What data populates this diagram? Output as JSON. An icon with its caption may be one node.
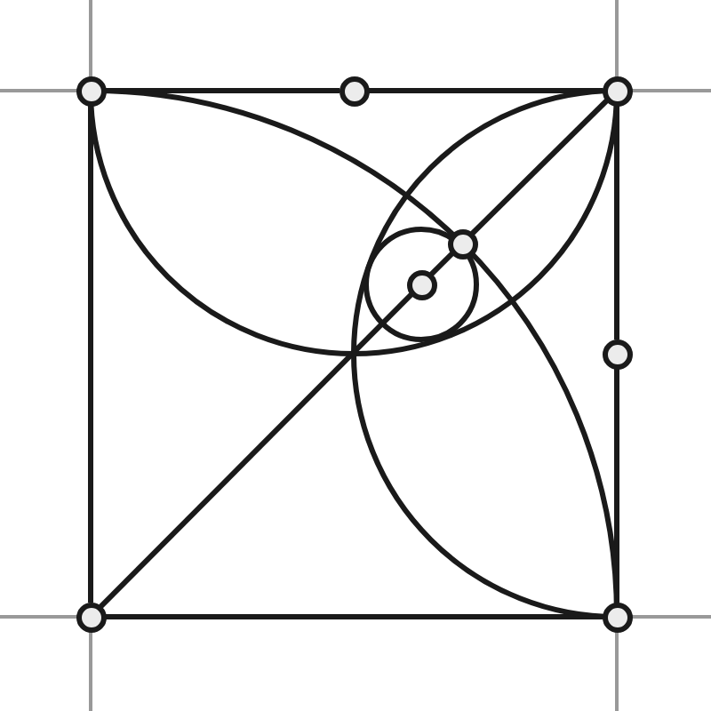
{
  "diagram": {
    "nodes": [
      {
        "text": [],
        "shape": "circle"
      },
      {
        "text": [],
        "shape": "circle"
      },
      {
        "text": [],
        "shape": "circle"
      },
      {
        "text": [],
        "shape": "circle"
      },
      {
        "text": [],
        "shape": "circle"
      },
      {
        "text": [],
        "shape": "circle"
      },
      {
        "text": [],
        "shape": "circle"
      },
      {
        "text": [],
        "shape": "circle"
      }
    ],
    "edges": [
      {
        "from": 0,
        "to": 1,
        "arrow": "none"
      },
      {
        "from": 1,
        "to": 2,
        "arrow": "none"
      },
      {
        "from": 2,
        "to": 5,
        "arrow": "none"
      },
      {
        "from": 5,
        "to": 7,
        "arrow": "none"
      },
      {
        "from": 6,
        "to": 7,
        "arrow": "none"
      },
      {
        "from": 0,
        "to": 6,
        "arrow": "none"
      },
      {
        "from": 6,
        "to": 4,
        "arrow": "none"
      },
      {
        "from": 4,
        "to": 3,
        "arrow": "none"
      },
      {
        "from": 3,
        "to": 2,
        "arrow": "none"
      },
      {
        "from": 0,
        "to": 2,
        "arrow": "none"
      },
      {
        "from": 0,
        "to": 3,
        "arrow": "none"
      },
      {
        "from": 3,
        "to": 7,
        "arrow": "none"
      },
      {
        "from": 2,
        "to": 7,
        "arrow": "none"
      }
    ]
  }
}
